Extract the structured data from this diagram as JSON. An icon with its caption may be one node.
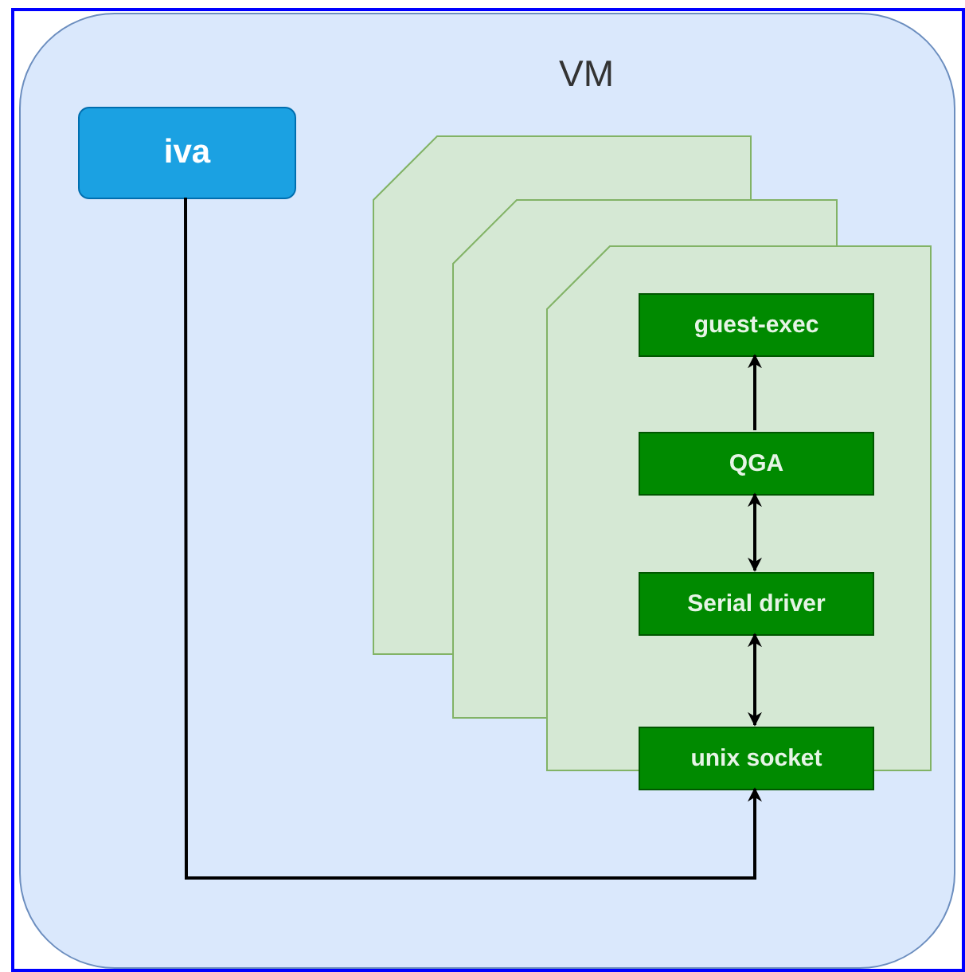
{
  "diagram": {
    "nodes": [
      {
        "text": [
          "VM"
        ]
      },
      {
        "text": [
          "iva"
        ],
        "in": 0
      },
      {
        "text": [],
        "shape": "box",
        "in": 0
      },
      {
        "text": [
          "guest-exec"
        ],
        "in": 2
      },
      {
        "text": [
          "QGA"
        ],
        "in": 2
      },
      {
        "text": [
          "Serial driver"
        ],
        "in": 2
      },
      {
        "text": [
          "unix socket"
        ],
        "in": 0
      }
    ],
    "edges": [
      {
        "from": 4,
        "to": 3,
        "arrow": "to"
      },
      {
        "from": 4,
        "to": 5,
        "arrow": "both"
      },
      {
        "from": 5,
        "to": 6,
        "arrow": "both"
      },
      {
        "from": 1,
        "to": 6,
        "arrow": "to"
      }
    ]
  }
}
